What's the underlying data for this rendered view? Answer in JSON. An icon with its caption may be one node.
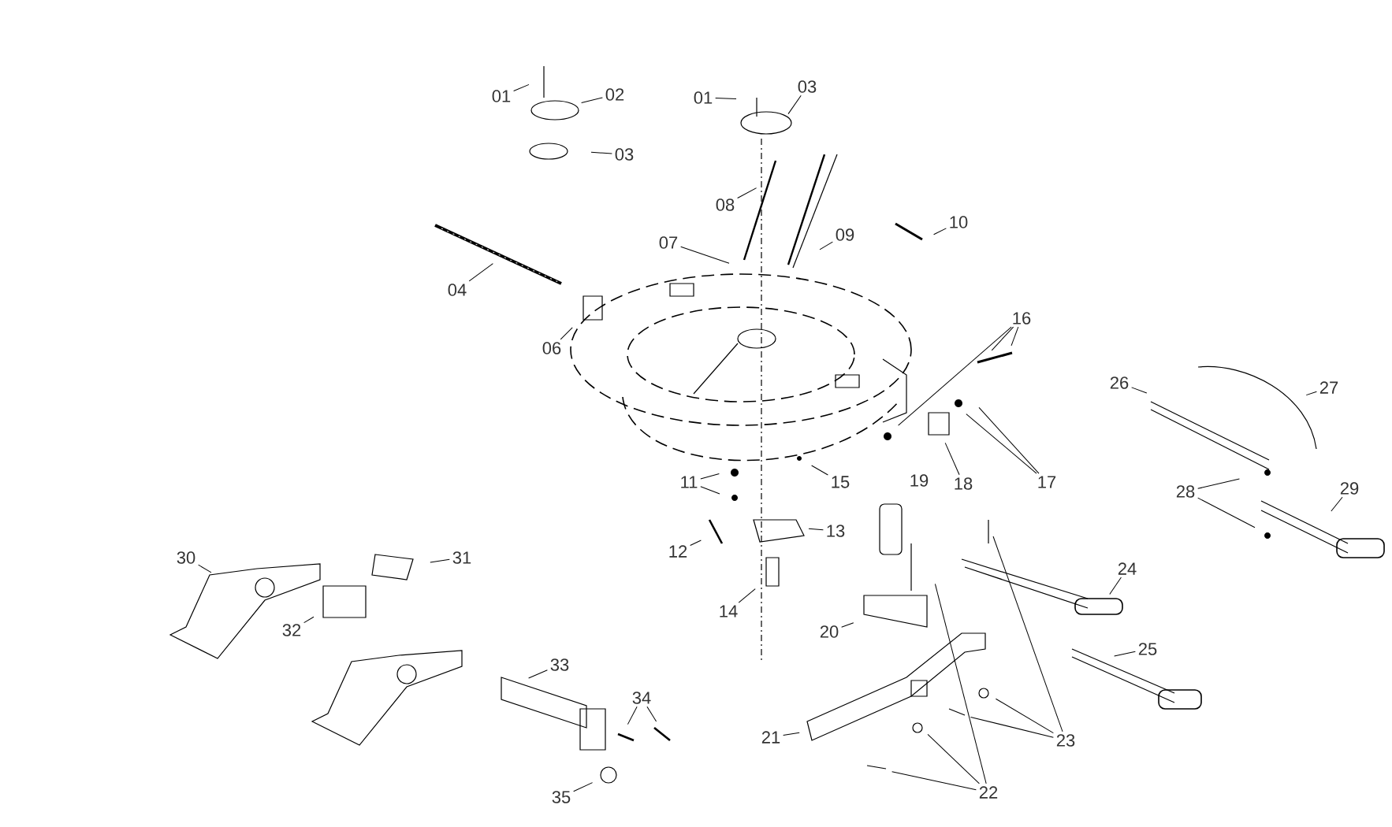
{
  "diagram": {
    "nodes": [
      {
        "text": [
          "01"
        ]
      },
      {
        "text": [
          "02"
        ]
      },
      {
        "text": [
          "03"
        ]
      },
      {
        "text": [
          "01"
        ]
      },
      {
        "text": [
          "03"
        ]
      },
      {
        "text": [
          "04"
        ]
      },
      {
        "text": [
          "06"
        ]
      },
      {
        "text": [
          "07"
        ]
      },
      {
        "text": [
          "08"
        ]
      },
      {
        "text": [
          "09"
        ]
      },
      {
        "text": [
          "10"
        ]
      },
      {
        "text": [
          "11"
        ]
      },
      {
        "text": [
          "12"
        ]
      },
      {
        "text": [
          "13"
        ]
      },
      {
        "text": [
          "14"
        ]
      },
      {
        "text": [
          "15"
        ]
      },
      {
        "text": [
          "16"
        ]
      },
      {
        "text": [
          "17"
        ]
      },
      {
        "text": [
          "18"
        ]
      },
      {
        "text": [
          "20"
        ]
      },
      {
        "text": [
          "21"
        ]
      },
      {
        "text": [
          "22"
        ]
      },
      {
        "text": [
          "23"
        ]
      },
      {
        "text": [
          "24"
        ]
      },
      {
        "text": [
          "25"
        ]
      },
      {
        "text": [
          "26"
        ]
      },
      {
        "text": [
          "27"
        ]
      },
      {
        "text": [
          "28"
        ]
      },
      {
        "text": [
          "29"
        ]
      },
      {
        "text": [
          "30"
        ]
      },
      {
        "text": [
          "31"
        ]
      },
      {
        "text": [
          "32"
        ]
      },
      {
        "text": [
          "33"
        ]
      },
      {
        "text": [
          "34"
        ]
      },
      {
        "text": [
          "35"
        ]
      }
    ],
    "edges": [
      {
        "from": 0,
        "to": null,
        "arrow": "none"
      },
      {
        "from": 1,
        "to": null,
        "arrow": "none"
      },
      {
        "from": 2,
        "to": null,
        "arrow": "none"
      },
      {
        "from": 3,
        "to": null,
        "arrow": "none"
      },
      {
        "from": 4,
        "to": null,
        "arrow": "none"
      },
      {
        "from": 5,
        "to": null,
        "arrow": "none"
      },
      {
        "from": 6,
        "to": null,
        "arrow": "none"
      },
      {
        "from": 7,
        "to": null,
        "arrow": "none"
      },
      {
        "from": 8,
        "to": null,
        "arrow": "none"
      },
      {
        "from": 9,
        "to": null,
        "arrow": "none"
      },
      {
        "from": 10,
        "to": null,
        "arrow": "none"
      },
      {
        "from": 11,
        "to": null,
        "arrow": "none"
      },
      {
        "from": 11,
        "to": null,
        "arrow": "none"
      },
      {
        "from": 12,
        "to": null,
        "arrow": "none"
      },
      {
        "from": 13,
        "to": null,
        "arrow": "none"
      },
      {
        "from": 14,
        "to": null,
        "arrow": "none"
      },
      {
        "from": 15,
        "to": null,
        "arrow": "none"
      },
      {
        "from": 16,
        "to": null,
        "arrow": "none"
      },
      {
        "from": 16,
        "to": null,
        "arrow": "none"
      },
      {
        "from": 16,
        "to": null,
        "arrow": "none"
      },
      {
        "from": 17,
        "to": null,
        "arrow": "none"
      },
      {
        "from": 17,
        "to": null,
        "arrow": "none"
      },
      {
        "from": 18,
        "to": null,
        "arrow": "none"
      },
      {
        "from": 19,
        "to": null,
        "arrow": "none"
      },
      {
        "from": 20,
        "to": null,
        "arrow": "none"
      },
      {
        "from": 21,
        "to": null,
        "arrow": "none"
      },
      {
        "from": 21,
        "to": null,
        "arrow": "none"
      },
      {
        "from": 21,
        "to": null,
        "arrow": "none"
      },
      {
        "from": 22,
        "to": null,
        "arrow": "none"
      },
      {
        "from": 22,
        "to": null,
        "arrow": "none"
      },
      {
        "from": 22,
        "to": null,
        "arrow": "none"
      },
      {
        "from": 23,
        "to": null,
        "arrow": "none"
      },
      {
        "from": 24,
        "to": null,
        "arrow": "none"
      },
      {
        "from": 25,
        "to": null,
        "arrow": "none"
      },
      {
        "from": 26,
        "to": null,
        "arrow": "none"
      },
      {
        "from": 27,
        "to": null,
        "arrow": "none"
      },
      {
        "from": 27,
        "to": null,
        "arrow": "none"
      },
      {
        "from": 28,
        "to": null,
        "arrow": "none"
      },
      {
        "from": 29,
        "to": null,
        "arrow": "none"
      },
      {
        "from": 30,
        "to": null,
        "arrow": "none"
      },
      {
        "from": 31,
        "to": null,
        "arrow": "none"
      },
      {
        "from": 32,
        "to": null,
        "arrow": "none"
      },
      {
        "from": 33,
        "to": null,
        "arrow": "none"
      },
      {
        "from": 33,
        "to": null,
        "arrow": "none"
      },
      {
        "from": 34,
        "to": null,
        "arrow": "none"
      }
    ],
    "labels": [
      "19"
    ]
  }
}
